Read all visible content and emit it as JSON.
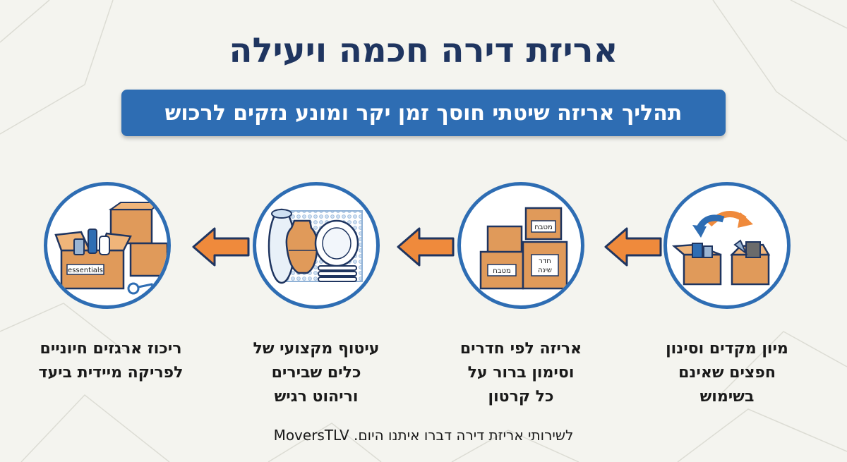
{
  "title": "אריזת דירה חכמה ויעילה",
  "subtitle": "תהליך אריזה שיטתי חוסך זמן יקר ומונע נזקים לרכוש",
  "steps": [
    {
      "icon": "sorting-boxes-icon",
      "lines": [
        "מיון מקדים וסינון",
        "חפצים שאינם",
        "בשימוש"
      ]
    },
    {
      "icon": "labeled-boxes-icon",
      "box_labels": [
        "מטבח",
        "מטבח",
        "חדר",
        "שינה"
      ],
      "lines": [
        "אריזה לפי חדרים",
        "וסימון ברור על",
        "כל קרטון"
      ]
    },
    {
      "icon": "bubble-wrap-dishes-icon",
      "lines": [
        "עיטוף מקצועי של",
        "כלים שבירים",
        "וריהוט רגיש"
      ]
    },
    {
      "icon": "essentials-box-icon",
      "box_label": "essentials",
      "lines": [
        "ריכוז ארגזים חיוניים",
        "לפריקה מיידית ביעד"
      ]
    }
  ],
  "footer": "לשירותי אריזת דירה דברו איתנו היום. MoversTLV",
  "colors": {
    "navy": "#1f3560",
    "blue": "#2e6db3",
    "orange": "#ef8a3c",
    "box": "#e09a5a",
    "background": "#f4f4ef"
  }
}
